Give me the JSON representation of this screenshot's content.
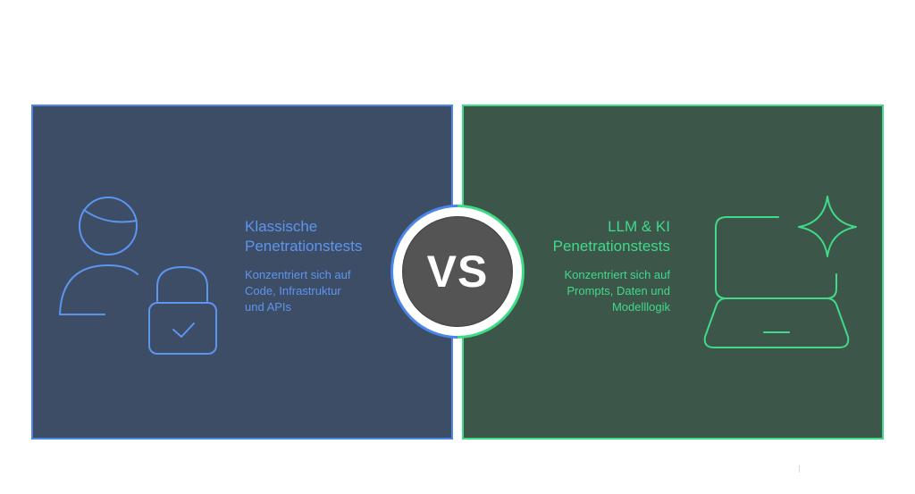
{
  "left": {
    "title_line1": "Klassische",
    "title_line2": "Penetrationstests",
    "description_line1": "Konzentriert sich auf",
    "description_line2": "Code, Infrastruktur",
    "description_line3": "und APIs",
    "icon": "user-with-padlock-icon",
    "accent_color": "#4a86e8",
    "background_color": "#3e4d66"
  },
  "center": {
    "label": "VS",
    "background_color": "#545454"
  },
  "right": {
    "title_line1": "LLM & KI",
    "title_line2": "Penetrationstests",
    "description_line1": "Konzentriert sich auf",
    "description_line2": "Prompts, Daten und",
    "description_line3": "Modelllogik",
    "icon": "laptop-with-sparkle-icon",
    "accent_color": "#3ddc84",
    "background_color": "#3c5649"
  }
}
